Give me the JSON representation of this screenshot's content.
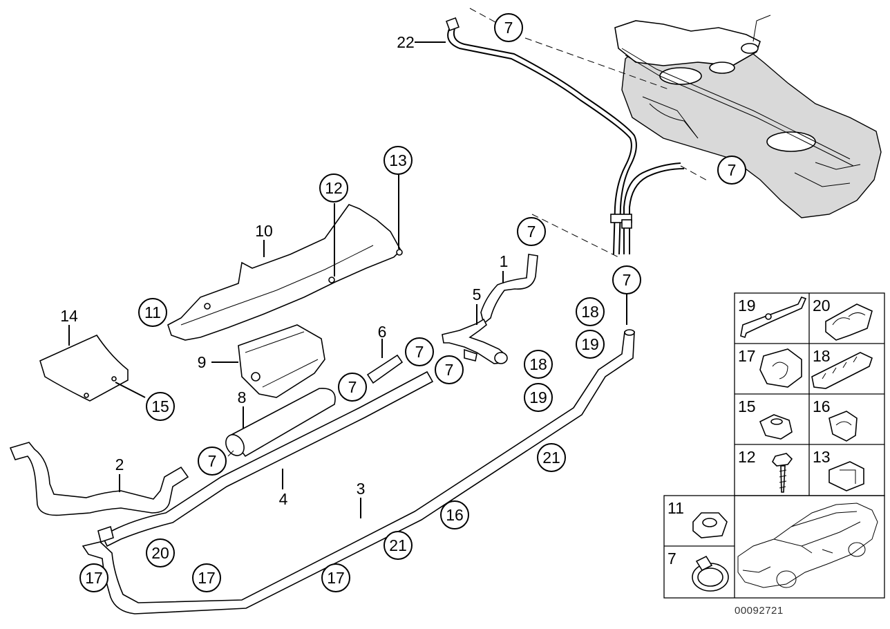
{
  "callouts": {
    "c1": "1",
    "c2": "2",
    "c3": "3",
    "c4": "4",
    "c5": "5",
    "c6": "6",
    "c7": "7",
    "c8": "8",
    "c9": "9",
    "c10": "10",
    "c11": "11",
    "c12": "12",
    "c13": "13",
    "c14": "14",
    "c15": "15",
    "c16": "16",
    "c17": "17",
    "c18": "18",
    "c19": "19",
    "c20": "20",
    "c21": "21",
    "c22": "22"
  },
  "legend": {
    "r1": [
      "19",
      "20"
    ],
    "r2": [
      "17",
      "18"
    ],
    "r3": [
      "15",
      "16"
    ],
    "r4": [
      "12",
      "13"
    ],
    "r5": "11",
    "r6": "7"
  },
  "diagram_code": "00092721"
}
